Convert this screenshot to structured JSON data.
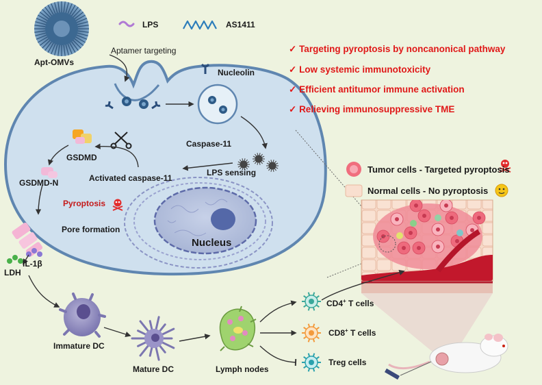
{
  "legend_top": {
    "lps": "LPS",
    "as1411": "AS1411",
    "apt_omvs": "Apt-OMVs",
    "aptamer_targeting": "Aptamer targeting"
  },
  "cell": {
    "nucleolin": "Nucleolin",
    "caspase11": "Caspase-11",
    "lps_sensing": "LPS sensing",
    "activated_caspase11": "Activated caspase-11",
    "gsdmd": "GSDMD",
    "gsdmd_n": "GSDMD-N",
    "pyroptosis": "Pyroptosis",
    "pore_formation": "Pore formation",
    "nucleus": "Nucleus",
    "ldh": "LDH",
    "il1b": "IL-1β"
  },
  "benefits": [
    "Targeting pyroptosis by noncanonical pathway",
    "Low systemic immunotoxicity",
    "Efficient antitumor immune activation",
    "Relieving immunosuppressive TME"
  ],
  "tissue_legend": {
    "tumor": "Tumor cells - Targeted pyroptosis",
    "normal": "Normal cells - No pyroptosis"
  },
  "immune": {
    "immature_dc": "Immature DC",
    "mature_dc": "Mature DC",
    "lymph_nodes": "Lymph nodes",
    "cd4_prefix": "CD4",
    "cd4_suffix": " T cells",
    "cd8_prefix": "CD8",
    "cd8_suffix": " T cells",
    "treg": "Treg cells",
    "sup_plus": "+"
  },
  "colors": {
    "accent_red": "#e01818",
    "cell_fill": "#cfe0ee",
    "cell_stroke": "#5f86b0",
    "background": "#eef3df"
  },
  "icons": [
    "skull-icon",
    "smiley-icon",
    "scissors-icon",
    "checkmark-icon"
  ]
}
